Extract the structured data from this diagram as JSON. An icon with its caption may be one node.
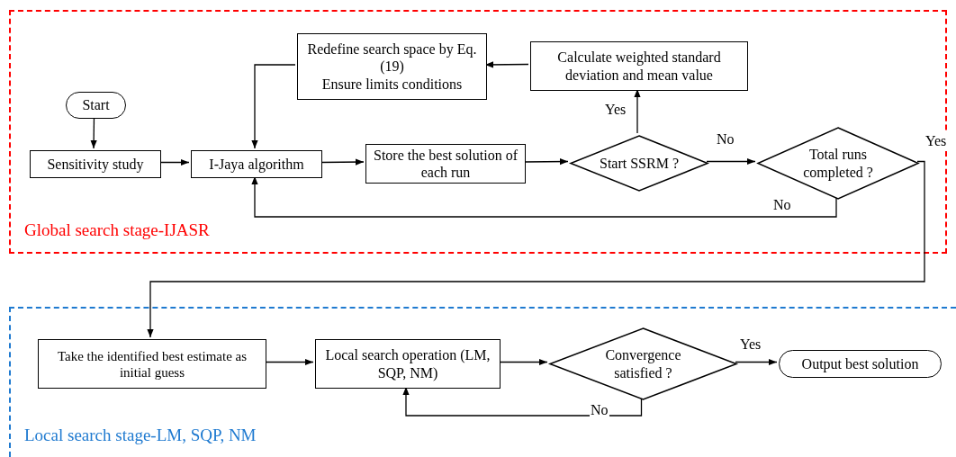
{
  "diagram": {
    "nodes": [
      {
        "text": [
          "Global search stage-IJASR"
        ]
      },
      {
        "text": [
          "Redefine search space by Eq. (19)",
          "Ensure limits conditions"
        ],
        "in": 0
      },
      {
        "text": [
          "Calculate weighted standard deviation and mean value"
        ],
        "in": 0
      },
      {
        "text": [
          "Start"
        ],
        "in": 0
      },
      {
        "text": [
          "Sensitivity study"
        ],
        "in": 0
      },
      {
        "text": [
          "I-Jaya algorithm"
        ],
        "in": 0
      },
      {
        "text": [
          "Store the best solution of each run"
        ],
        "in": 0
      },
      {
        "text": [
          "Start SSRM ?"
        ],
        "in": 0
      },
      {
        "text": [
          "Total runs completed ?"
        ],
        "in": 0
      },
      {
        "text": [
          "Local search stage-LM, SQP, NM"
        ]
      },
      {
        "text": [
          "Take the identified best estimate as initial guess"
        ],
        "in": 9
      },
      {
        "text": [
          "Local search operation (LM, SQP, NM)"
        ],
        "in": 9
      },
      {
        "text": [
          "Convergence satisfied ?"
        ],
        "in": 9
      },
      {
        "text": [
          "Output best solution"
        ],
        "in": 9
      }
    ],
    "edges": [
      {
        "from": 3,
        "to": 4,
        "arrow": "to"
      },
      {
        "from": 4,
        "to": 5,
        "arrow": "to"
      },
      {
        "from": 5,
        "to": 6,
        "arrow": "to"
      },
      {
        "from": 6,
        "to": 7,
        "arrow": "to"
      },
      {
        "from": 7,
        "to": 2,
        "arrow": "to",
        "label": "Yes"
      },
      {
        "from": 2,
        "to": 1,
        "arrow": "to"
      },
      {
        "from": 1,
        "to": 5,
        "arrow": "to"
      },
      {
        "from": 7,
        "to": 8,
        "arrow": "to",
        "label": "No"
      },
      {
        "from": 8,
        "to": 5,
        "arrow": "to",
        "label": "No"
      },
      {
        "from": 8,
        "to": 10,
        "arrow": "to",
        "label": "Yes"
      },
      {
        "from": 10,
        "to": 11,
        "arrow": "to"
      },
      {
        "from": 11,
        "to": 12,
        "arrow": "to"
      },
      {
        "from": 12,
        "to": 13,
        "arrow": "to",
        "label": "Yes"
      },
      {
        "from": 12,
        "to": 11,
        "arrow": "to",
        "label": "No"
      }
    ]
  }
}
